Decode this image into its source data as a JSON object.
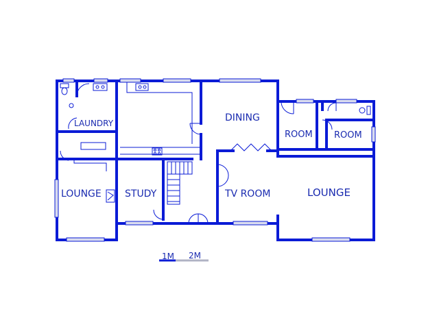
{
  "rooms": {
    "laundry": "LAUNDRY",
    "dining": "DINING",
    "room_a": "ROOM",
    "room_b": "ROOM",
    "lounge_left": "LOUNGE",
    "study": "STUDY",
    "tv_room": "TV ROOM",
    "lounge_right": "LOUNGE"
  },
  "scale": {
    "label_1": "1M",
    "label_2": "2M"
  },
  "colors": {
    "wall": "#0a1bd6",
    "text": "#1a2bb0"
  }
}
